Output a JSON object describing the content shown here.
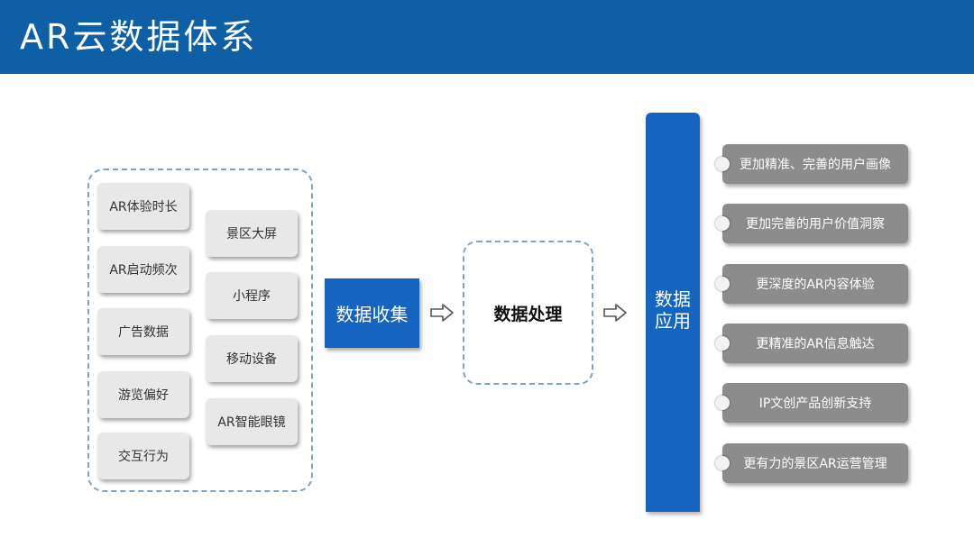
{
  "header": {
    "title": "AR云数据体系",
    "bg_color": "#0e5fa6"
  },
  "collection": {
    "left_items": [
      "AR体验时长",
      "AR启动频次",
      "广告数据",
      "游览偏好",
      "交互行为"
    ],
    "right_items": [
      "景区大屏",
      "小程序",
      "移动设备",
      "AR智能眼镜"
    ]
  },
  "collect_label": "数据收集",
  "process_label": "数据处理",
  "application": {
    "label_line1": "数据",
    "label_line2": "应用",
    "items": [
      "更加精准、完善的用户画像",
      "更加完善的用户价值洞察",
      "更深度的AR内容体验",
      "更精准的AR信息触达",
      "IP文创产品创新支持",
      "更有力的景区AR运营管理"
    ]
  },
  "colors": {
    "accent": "#1565c0",
    "item_gray": "#e8e8e8",
    "app_item_gray": "#8c8c8c"
  }
}
